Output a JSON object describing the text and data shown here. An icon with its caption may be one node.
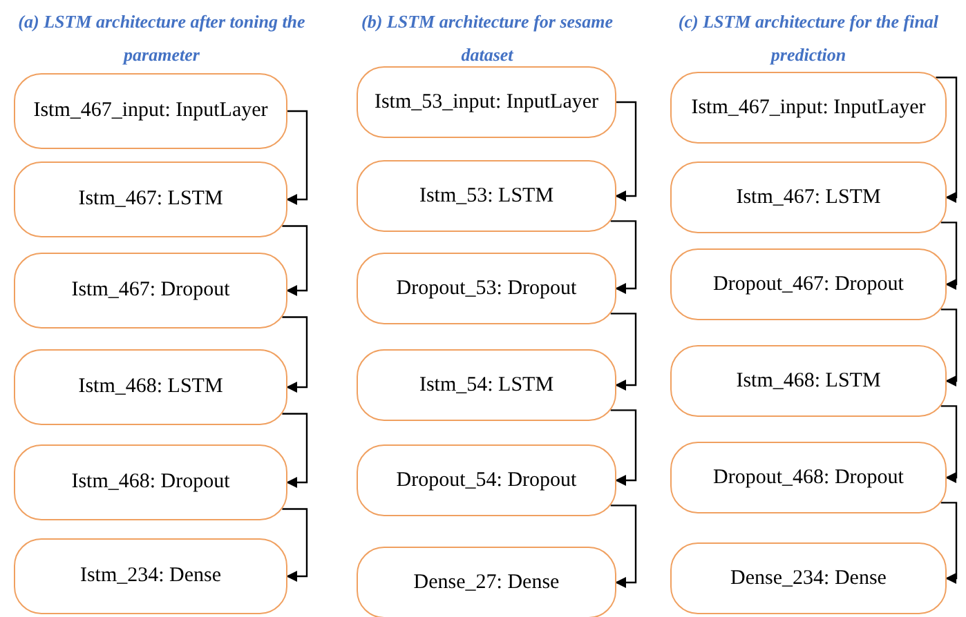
{
  "diagram": {
    "nodes": [
      {
        "text": [
          "Istm_467_input: InputLayer"
        ]
      },
      {
        "text": [
          "Istm_467: LSTM"
        ]
      },
      {
        "text": [
          "Istm_467: Dropout"
        ]
      },
      {
        "text": [
          "Istm_468: LSTM"
        ]
      },
      {
        "text": [
          "Istm_468: Dropout"
        ]
      },
      {
        "text": [
          "Istm_234: Dense"
        ]
      },
      {
        "text": [
          "Istm_53_input: InputLayer"
        ]
      },
      {
        "text": [
          "Istm_53: LSTM"
        ]
      },
      {
        "text": [
          "Dropout_53: Dropout"
        ]
      },
      {
        "text": [
          "Istm_54: LSTM"
        ]
      },
      {
        "text": [
          "Dropout_54: Dropout"
        ]
      },
      {
        "text": [
          "Dense_27: Dense"
        ]
      },
      {
        "text": [
          "Istm_467_input: InputLayer"
        ]
      },
      {
        "text": [
          "Istm_467: LSTM"
        ]
      },
      {
        "text": [
          "Dropout_467: Dropout"
        ]
      },
      {
        "text": [
          "Istm_468: LSTM"
        ]
      },
      {
        "text": [
          "Dropout_468: Dropout"
        ]
      },
      {
        "text": [
          "Dense_234: Dense"
        ]
      }
    ],
    "edges": [
      {
        "from": 0,
        "to": 1,
        "arrow": "to"
      },
      {
        "from": 1,
        "to": 2,
        "arrow": "to"
      },
      {
        "from": 2,
        "to": 3,
        "arrow": "to"
      },
      {
        "from": 3,
        "to": 4,
        "arrow": "to"
      },
      {
        "from": 4,
        "to": 5,
        "arrow": "to"
      },
      {
        "from": 6,
        "to": 7,
        "arrow": "to"
      },
      {
        "from": 7,
        "to": 8,
        "arrow": "to"
      },
      {
        "from": 8,
        "to": 9,
        "arrow": "to"
      },
      {
        "from": 9,
        "to": 10,
        "arrow": "to"
      },
      {
        "from": 10,
        "to": 11,
        "arrow": "to"
      },
      {
        "from": 12,
        "to": 13,
        "arrow": "to"
      },
      {
        "from": 13,
        "to": 14,
        "arrow": "to"
      },
      {
        "from": 14,
        "to": 15,
        "arrow": "to"
      },
      {
        "from": 15,
        "to": 16,
        "arrow": "to"
      },
      {
        "from": 16,
        "to": 17,
        "arrow": "to"
      }
    ],
    "labels": [
      "(a) LSTM architecture after toning the parameter",
      "(b) LSTM architecture for sesame dataset",
      "(c) LSTM architecture for the final prediction"
    ]
  }
}
